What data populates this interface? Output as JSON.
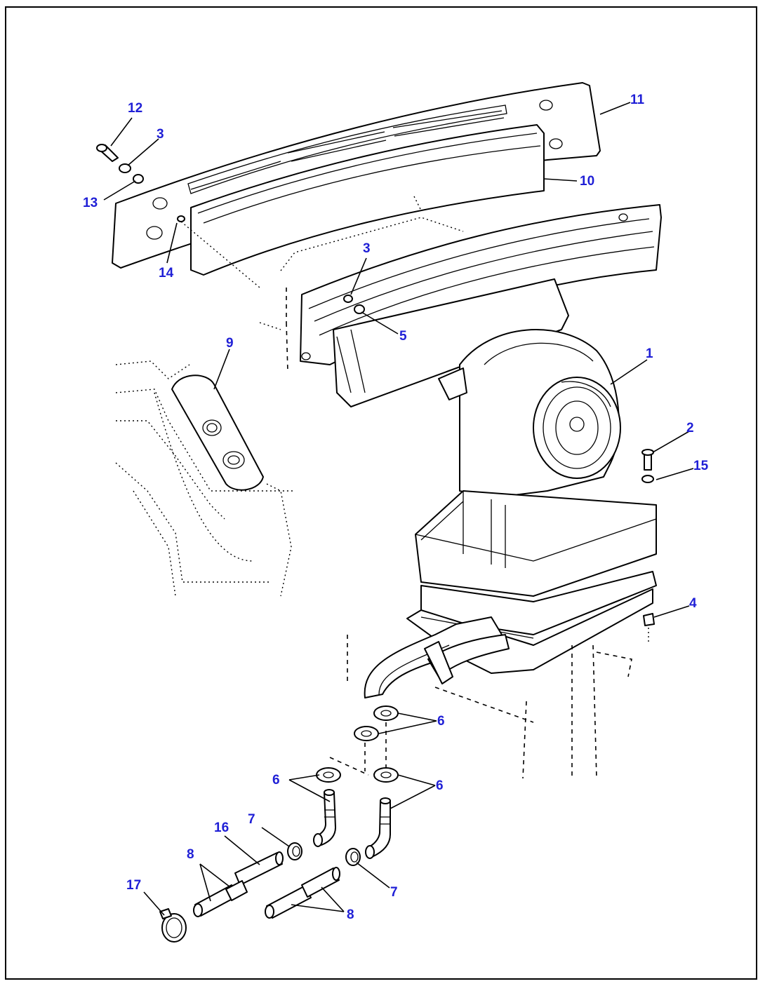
{
  "callouts": {
    "c1": "1",
    "c2": "2",
    "c3a": "3",
    "c3b": "3",
    "c4": "4",
    "c5": "5",
    "c6a": "6",
    "c6b": "6",
    "c6c": "6",
    "c7a": "7",
    "c7b": "7",
    "c8a": "8",
    "c8b": "8",
    "c9": "9",
    "c10": "10",
    "c11": "11",
    "c12": "12",
    "c13": "13",
    "c14": "14",
    "c15": "15",
    "c16": "16",
    "c17": "17"
  },
  "colors": {
    "callout": "#1f1fd6",
    "line": "#000000",
    "background": "#ffffff"
  }
}
